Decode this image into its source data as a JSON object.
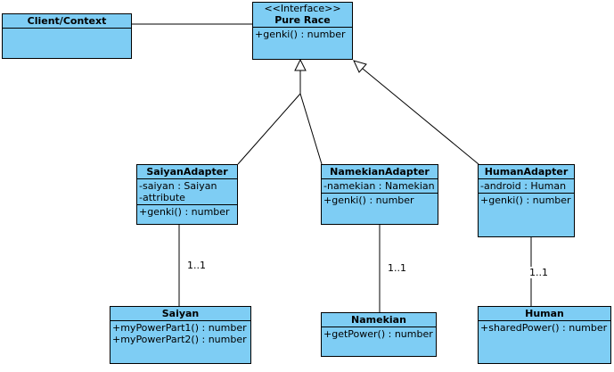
{
  "colors": {
    "class_fill": "#7ecdf4",
    "line": "#000000",
    "background": "#ffffff"
  },
  "client": {
    "name": "Client/Context"
  },
  "pure_race": {
    "stereotype": "<<Interface>>",
    "name": "Pure Race",
    "operations": [
      "+genki() : number"
    ]
  },
  "saiyan_adapter": {
    "name": "SaiyanAdapter",
    "attributes": [
      "-saiyan : Saiyan",
      "-attribute"
    ],
    "operations": [
      "+genki() : number"
    ]
  },
  "namekian_adapter": {
    "name": "NamekianAdapter",
    "attributes": [
      "-namekian : Namekian"
    ],
    "operations": [
      "+genki() : number"
    ]
  },
  "human_adapter": {
    "name": "HumanAdapter",
    "attributes": [
      "-android : Human"
    ],
    "operations": [
      "+genki() : number"
    ]
  },
  "saiyan": {
    "name": "Saiyan",
    "operations": [
      "+myPowerPart1() : number",
      "+myPowerPart2() : number"
    ]
  },
  "namekian": {
    "name": "Namekian",
    "operations": [
      "+getPower() : number"
    ]
  },
  "human": {
    "name": "Human",
    "operations": [
      "+sharedPower() : number"
    ]
  },
  "multiplicities": {
    "saiyan": "1..1",
    "namekian": "1..1",
    "human": "1..1"
  }
}
